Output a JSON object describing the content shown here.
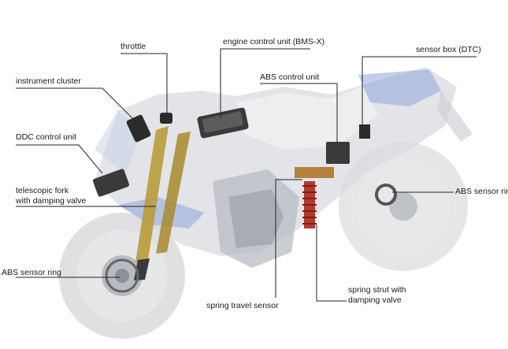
{
  "labels": {
    "throttle": "throttle",
    "engine_control_unit": "engine control unit (BMS-X)",
    "sensor_box": "sensor box (DTC)",
    "abs_control_unit": "ABS control unit",
    "instrument_cluster": "instrument cluster",
    "ddc_control_unit": "DDC control unit",
    "telescopic_fork_line1": "telescopic fork",
    "telescopic_fork_line2": "with damping valve",
    "abs_sensor_ring_rear": "ABS sensor ring",
    "abs_sensor_ring_front": "ABS sensor ring",
    "spring_strut_line1": "spring strut with",
    "spring_strut_line2": "damping valve",
    "spring_travel_sensor": "spring travel sensor"
  },
  "colors": {
    "bike_body": "#d9dbdf",
    "bike_accent_blue": "#8fa6d8",
    "fork_gold": "#b89b3a",
    "spring_red": "#b23a2e",
    "component_dark": "#2b2b2b"
  }
}
